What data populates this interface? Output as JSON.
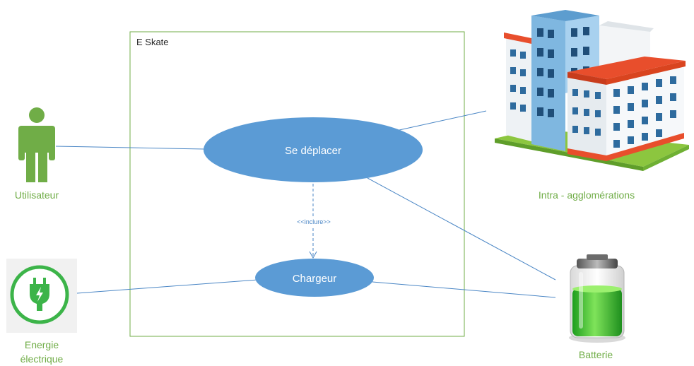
{
  "system": {
    "name": "E Skate"
  },
  "use_cases": {
    "move": {
      "label": "Se déplacer"
    },
    "charger": {
      "label": "Chargeur"
    }
  },
  "relation": {
    "include_label": "<<inclure>>"
  },
  "actors": {
    "user": {
      "label": "Utilisateur"
    },
    "energy": {
      "label_line1": "Energie",
      "label_line2": "électrique"
    },
    "city": {
      "label": "Intra - agglomérations"
    },
    "battery": {
      "label": "Batterie"
    }
  },
  "colors": {
    "use_case_fill": "#5b9bd5",
    "system_border": "#70ad47",
    "actor_green": "#70ad47",
    "line": "#4a86c5"
  }
}
